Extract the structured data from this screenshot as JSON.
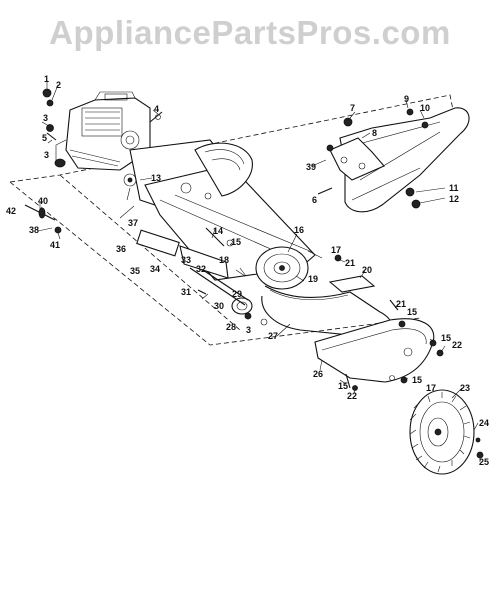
{
  "watermark": "AppliancePartsPros.com",
  "callouts": {
    "c1": "1",
    "c2": "2",
    "c3": "3",
    "c3b": "3",
    "c3c": "3",
    "c4": "4",
    "c5": "5",
    "c6": "6",
    "c7": "7",
    "c8": "8",
    "c9": "9",
    "c10": "10",
    "c11": "11",
    "c12": "12",
    "c13": "13",
    "c14": "14",
    "c15a": "15",
    "c15b": "15",
    "c15c": "15",
    "c15d": "15",
    "c15e": "15",
    "c16": "16",
    "c17a": "17",
    "c17b": "17",
    "c18": "18",
    "c19": "19",
    "c20": "20",
    "c21a": "21",
    "c21b": "21",
    "c22a": "22",
    "c22b": "22",
    "c23": "23",
    "c24": "24",
    "c25": "25",
    "c26": "26",
    "c27": "27",
    "c28": "28",
    "c29": "29",
    "c30": "30",
    "c31": "31",
    "c32": "32",
    "c33": "33",
    "c34": "34",
    "c35": "35",
    "c36": "36",
    "c37": "37",
    "c38": "38",
    "c39": "39",
    "c40": "40",
    "c41": "41",
    "c42": "42"
  }
}
